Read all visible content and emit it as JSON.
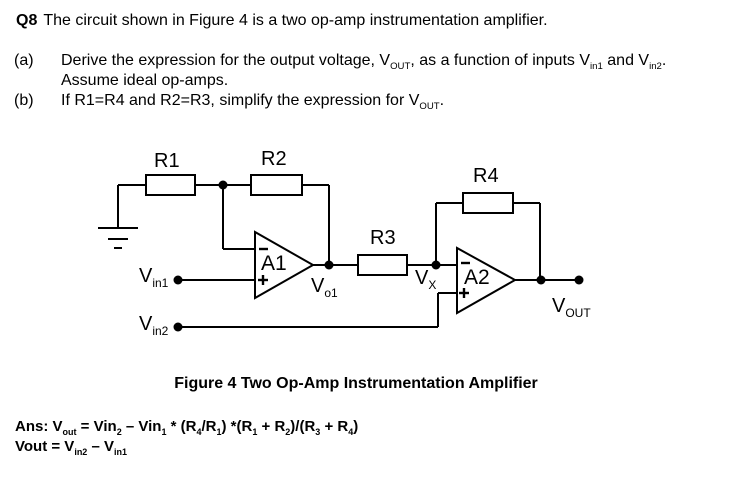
{
  "question": {
    "number": "Q8",
    "intro": "The circuit shown in Figure 4 is a two op-amp instrumentation amplifier.",
    "part_a": {
      "label": "(a)",
      "line1": [
        {
          "t": "Derive the expression for the output voltage, V"
        },
        {
          "s": "OUT"
        },
        {
          "t": ", as a function of inputs V"
        },
        {
          "s": "in1"
        },
        {
          "t": " and V"
        },
        {
          "s": "in2"
        },
        {
          "t": "."
        }
      ],
      "line2": "Assume ideal op-amps."
    },
    "part_b": {
      "label": "(b)",
      "line1": [
        {
          "t": "If R1=R4 and R2=R3, simplify the expression for V"
        },
        {
          "s": "OUT"
        },
        {
          "t": "."
        }
      ]
    }
  },
  "circuit": {
    "resistors": {
      "r1": "R1",
      "r2": "R2",
      "r3": "R3",
      "r4": "R4"
    },
    "opamps": {
      "a1": "A1",
      "a2": "A2"
    },
    "nodes": {
      "vin1": [
        {
          "t": "V"
        },
        {
          "s": "in1"
        }
      ],
      "vin2": [
        {
          "t": "V"
        },
        {
          "s": "in2"
        }
      ],
      "vo1": [
        {
          "t": "V"
        },
        {
          "s": "o1"
        }
      ],
      "vx": [
        {
          "t": "V"
        },
        {
          "s": "X"
        }
      ],
      "vout": [
        {
          "t": "V"
        },
        {
          "s": "OUT"
        }
      ]
    }
  },
  "caption": "Figure 4 Two Op-Amp Instrumentation Amplifier",
  "answer": {
    "line1": [
      {
        "t": "Ans: V"
      },
      {
        "s": "out"
      },
      {
        "t": " = Vin"
      },
      {
        "s": "2"
      },
      {
        "t": " – Vin"
      },
      {
        "s": "1"
      },
      {
        "t": " * (R"
      },
      {
        "s": "4"
      },
      {
        "t": "/R"
      },
      {
        "s": "1"
      },
      {
        "t": ") *(R"
      },
      {
        "s": "1"
      },
      {
        "t": " + R"
      },
      {
        "s": "2"
      },
      {
        "t": ")/(R"
      },
      {
        "s": "3"
      },
      {
        "t": " + R"
      },
      {
        "s": "4"
      },
      {
        "t": ")"
      }
    ],
    "line2": [
      {
        "t": "Vout = V"
      },
      {
        "s": "in2"
      },
      {
        "t": " – V"
      },
      {
        "s": "in1"
      }
    ]
  },
  "colors": {
    "ink": "#000000",
    "background": "#ffffff"
  }
}
